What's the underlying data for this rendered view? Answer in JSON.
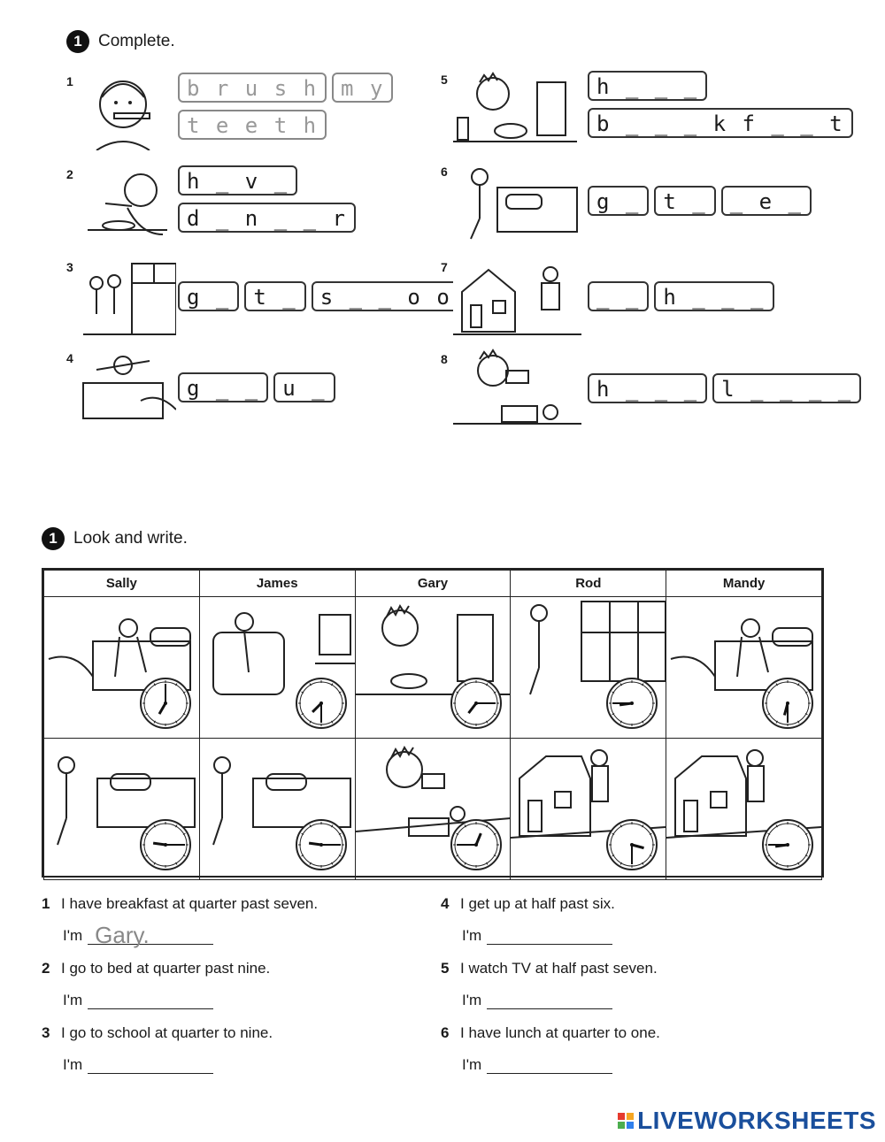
{
  "exercise1": {
    "number": "1",
    "title": "Complete.",
    "items": [
      {
        "num": "1",
        "lines": [
          [
            "b r u s h",
            "m y"
          ],
          [
            "t e e t h"
          ]
        ],
        "filled": true
      },
      {
        "num": "2",
        "lines": [
          [
            "h _ v _"
          ],
          [
            "d _ n _ _ r"
          ]
        ],
        "filled": false
      },
      {
        "num": "3",
        "lines": [
          [
            "g _",
            "t _",
            "s _ _ o o _"
          ]
        ],
        "filled": false
      },
      {
        "num": "4",
        "lines": [
          [
            "g _ _",
            "u _"
          ]
        ],
        "filled": false
      },
      {
        "num": "5",
        "lines": [
          [
            "h _ _ _"
          ],
          [
            "b _ _ _ k f _ _ t"
          ]
        ],
        "filled": false
      },
      {
        "num": "6",
        "lines": [
          [
            "g _",
            "t _",
            "_ e _"
          ]
        ],
        "filled": false
      },
      {
        "num": "7",
        "lines": [
          [
            "_ _",
            "h _ _ _"
          ]
        ],
        "filled": false
      },
      {
        "num": "8",
        "lines": [
          [
            "h _ _ _",
            "l _ _ _ _"
          ]
        ],
        "filled": false
      }
    ]
  },
  "exercise2": {
    "number": "1",
    "title": "Look and write.",
    "names": [
      "Sally",
      "James",
      "Gary",
      "Rod",
      "Mandy"
    ],
    "sentences": [
      {
        "num": "1",
        "text": "I have breakfast at quarter past seven.",
        "answer_prefix": "I'm",
        "answer": "Gary."
      },
      {
        "num": "2",
        "text": "I go to bed at quarter past nine.",
        "answer_prefix": "I'm",
        "answer": ""
      },
      {
        "num": "3",
        "text": "I go to school at quarter to nine.",
        "answer_prefix": "I'm",
        "answer": ""
      },
      {
        "num": "4",
        "text": "I get up at half past six.",
        "answer_prefix": "I'm",
        "answer": ""
      },
      {
        "num": "5",
        "text": "I watch TV at half past seven.",
        "answer_prefix": "I'm",
        "answer": ""
      },
      {
        "num": "6",
        "text": "I have lunch at  quarter to one.",
        "answer_prefix": "I'm",
        "answer": ""
      }
    ]
  },
  "logo": {
    "text": "LIVEWORKSHEETS",
    "colors": [
      "#e63b2e",
      "#f5a623",
      "#4cae4f",
      "#2f80ed"
    ]
  }
}
